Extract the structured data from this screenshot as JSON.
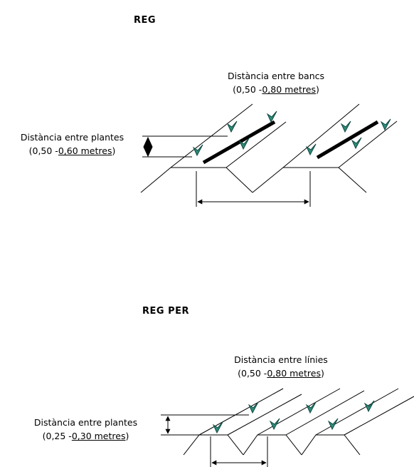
{
  "diagram1": {
    "title": "REG",
    "row_distance": {
      "label": "Distància entre bancs",
      "range_prefix": "(0,50 -",
      "range_value": "0,80 metres",
      "range_suffix": ")"
    },
    "plant_distance": {
      "label": "Distància entre plantes",
      "range_prefix": "(0,50 -",
      "range_value": "0,60 metres",
      "range_suffix": ")"
    }
  },
  "diagram2": {
    "title": "REG PER",
    "row_distance": {
      "label": "Distància entre línies",
      "range_prefix": "(0,50 -",
      "range_value": "0,80 metres",
      "range_suffix": ")"
    },
    "plant_distance": {
      "label": "Distància entre plantes",
      "range_prefix": "(0,25 -",
      "range_value": "0,30 metres",
      "range_suffix": ")"
    }
  },
  "colors": {
    "plant_fill": "#2e8b7a",
    "plant_stroke": "#0d4a40",
    "line": "#000000"
  }
}
